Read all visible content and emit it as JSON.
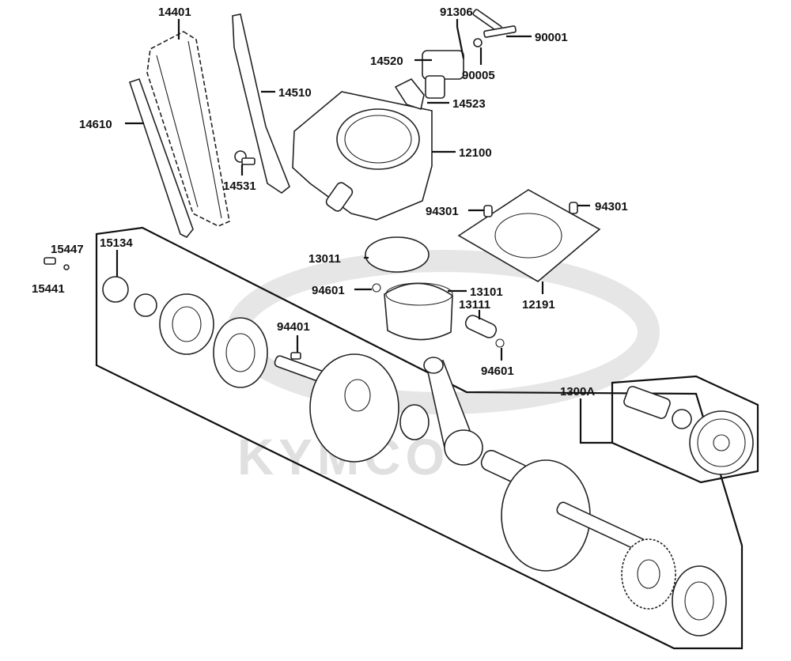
{
  "watermark": {
    "text": "KYMCO",
    "color": "#e0e0e0"
  },
  "labels": {
    "p14401": "14401",
    "p91306": "91306",
    "p90001": "90001",
    "p14520": "14520",
    "p90005": "90005",
    "p14510": "14510",
    "p14523": "14523",
    "p14610": "14610",
    "p12100": "12100",
    "p14531": "14531",
    "p94301a": "94301",
    "p94301b": "94301",
    "p15447": "15447",
    "p15134": "15134",
    "p15441": "15441",
    "p13011": "13011",
    "p12191": "12191",
    "p94601a": "94601",
    "p13101": "13101",
    "p13111": "13111",
    "p94401": "94401",
    "p94601b": "94601",
    "p1300A": "1300A"
  }
}
